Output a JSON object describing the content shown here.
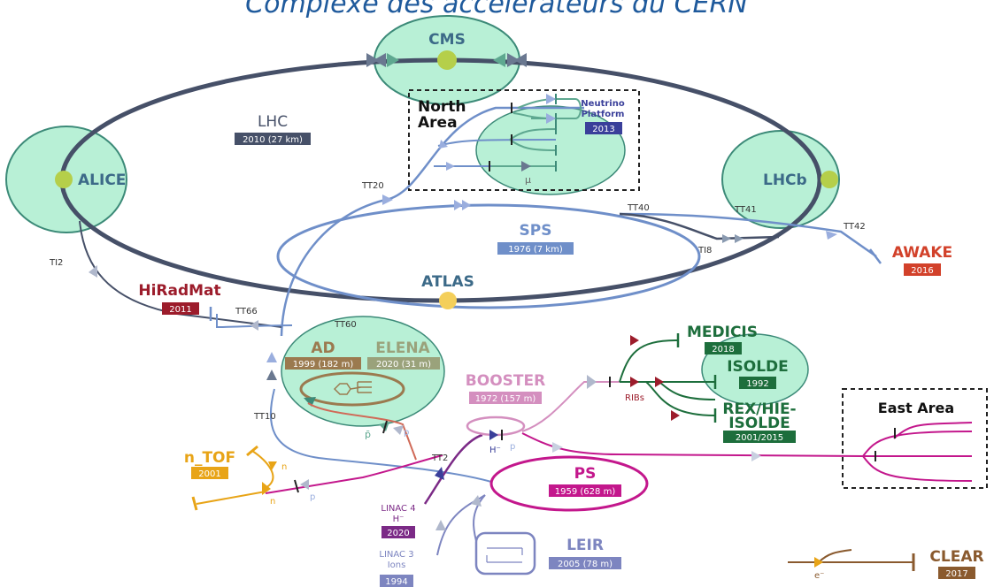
{
  "title": "Complexe des accélérateurs du CERN",
  "colors": {
    "lhc": "#465068",
    "sps": "#6f8fc9",
    "ps": "#c3178c",
    "booster": "#d48fbf",
    "detector_fill": "#b8f0d6",
    "detector_stroke": "#3c8a78",
    "isolde": "#1d6e3c",
    "hiradmat": "#9c1c2b",
    "awake": "#d2412a",
    "ntof": "#e8a417",
    "leir": "#7c88c0",
    "clear": "#8a5a2e",
    "ad": "#9b7a4f",
    "elena": "#9aa27b",
    "linac4": "#7b2a86",
    "linac3": "#7d85c0"
  },
  "detectors": {
    "cms": "CMS",
    "alice": "ALICE",
    "lhcb": "LHCb",
    "atlas": "ATLAS"
  },
  "machines": {
    "lhc": {
      "name": "LHC",
      "badge": "2010 (27 km)"
    },
    "sps": {
      "name": "SPS",
      "badge": "1976 (7 km)"
    },
    "ps": {
      "name": "PS",
      "badge": "1959 (628 m)"
    },
    "booster": {
      "name": "BOOSTER",
      "badge": "1972 (157 m)"
    },
    "leir": {
      "name": "LEIR",
      "badge": "2005 (78 m)"
    },
    "ad": {
      "name": "AD",
      "badge": "1999 (182 m)"
    },
    "elena": {
      "name": "ELENA",
      "badge": "2020 (31 m)"
    }
  },
  "facilities": {
    "north_area": {
      "line1": "North",
      "line2": "Area"
    },
    "neutrino": {
      "line1": "Neutrino",
      "line2": "Platform",
      "badge": "2013"
    },
    "awake": {
      "name": "AWAKE",
      "badge": "2016"
    },
    "hiradmat": {
      "name": "HiRadMat",
      "badge": "2011"
    },
    "medicis": {
      "name": "MEDICIS",
      "badge": "2018"
    },
    "isolde": {
      "name": "ISOLDE",
      "badge": "1992"
    },
    "rex": {
      "line1": "REX/HIE-",
      "line2": "ISOLDE",
      "badge": "2001/2015"
    },
    "east_area": {
      "name": "East Area"
    },
    "ntof": {
      "name": "n_TOF",
      "badge": "2001"
    },
    "clear": {
      "name": "CLEAR",
      "badge": "2017"
    },
    "linac4": {
      "line1": "LINAC 4",
      "line2": "H⁻",
      "badge": "2020"
    },
    "linac3": {
      "line1": "LINAC 3",
      "line2": "Ions",
      "badge": "1994"
    }
  },
  "lines": {
    "tt20": "TT20",
    "tt40": "TT40",
    "tt41": "TT41",
    "tt42": "TT42",
    "ti8": "TI8",
    "ti2": "TI2",
    "tt66": "TT66",
    "tt60": "TT60",
    "tt10": "TT10",
    "tt2": "TT2"
  },
  "particles": {
    "mu": "μ",
    "ribs": "RIBs",
    "pbar": "p̄",
    "p1": "p",
    "p2": "p",
    "p3": "p",
    "hminus": "H⁻",
    "n1": "n",
    "n2": "n",
    "eminus": "e⁻"
  }
}
